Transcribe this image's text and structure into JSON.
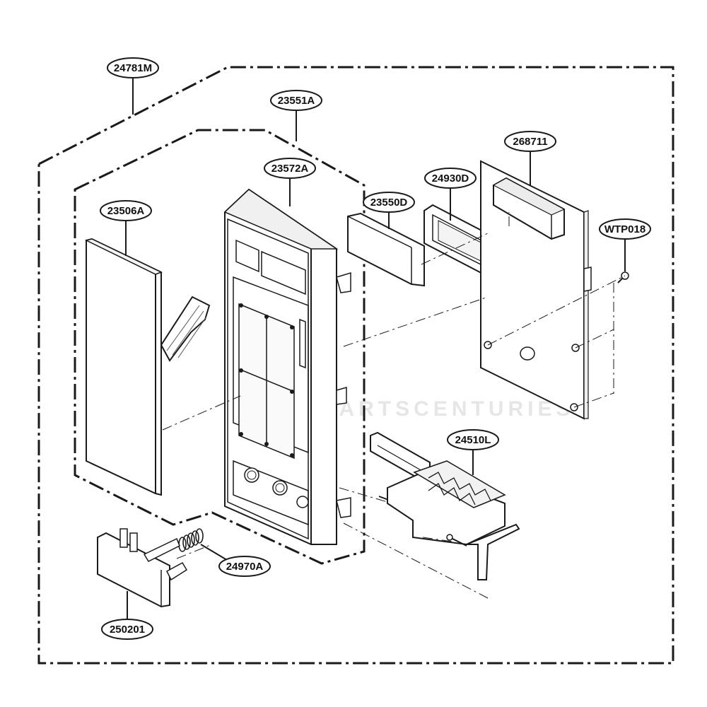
{
  "diagram": {
    "watermark": "EASYPARTSCENTURIES",
    "parts": {
      "p24781M": "24781M",
      "p23551A": "23551A",
      "p23572A": "23572A",
      "p23506A": "23506A",
      "p23550D": "23550D",
      "p24930D": "24930D",
      "p268711": "268711",
      "pWTP018": "WTP018",
      "p24510L": "24510L",
      "p24970A": "24970A",
      "p250201": "250201"
    },
    "colors": {
      "line": "#1a1a1a",
      "fill": "#ffffff",
      "label_fill": "#ffffff"
    }
  }
}
